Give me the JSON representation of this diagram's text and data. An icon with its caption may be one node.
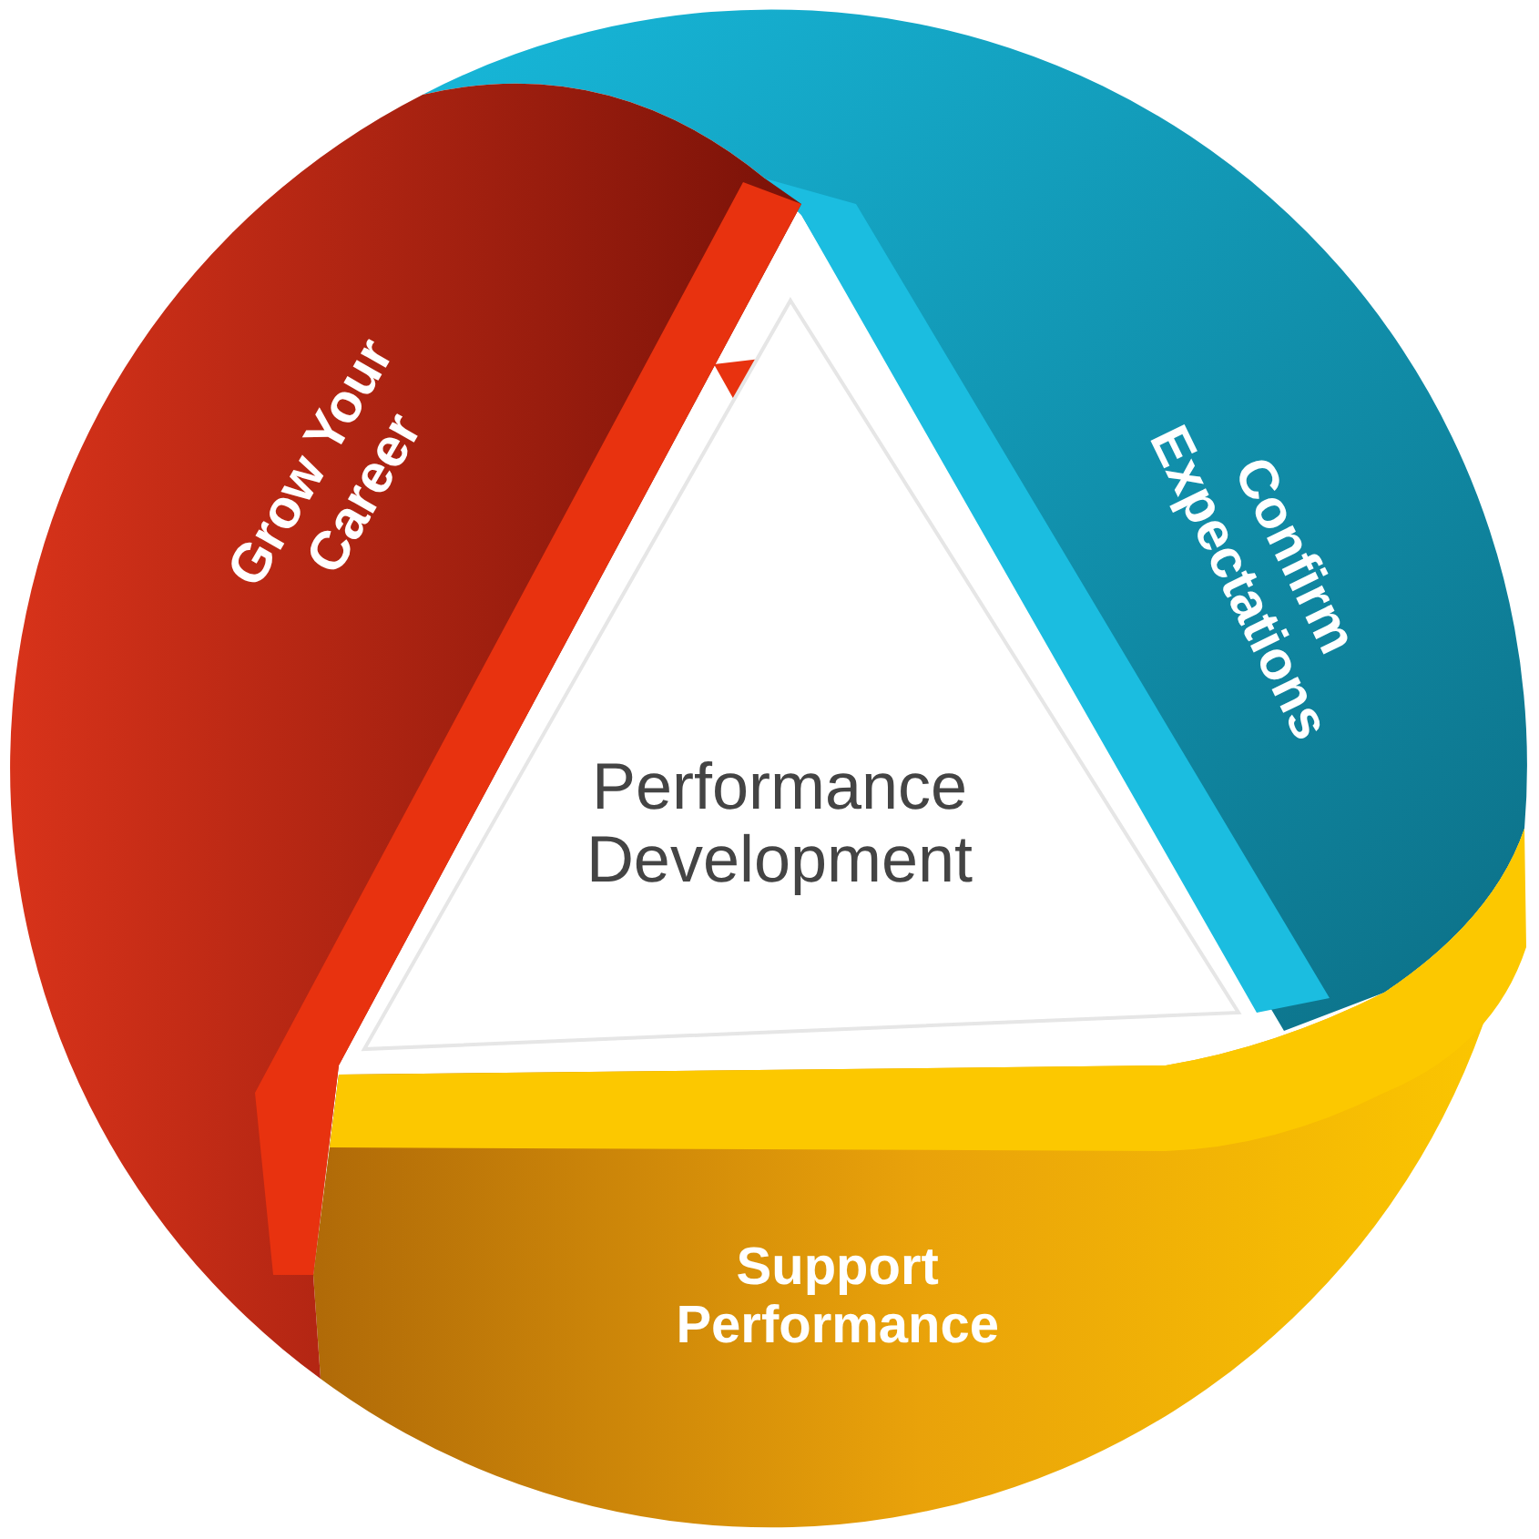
{
  "diagram": {
    "nodes": [
      {
        "text": [
          "Grow Your Career"
        ]
      },
      {
        "text": [
          "Confirm Expectations"
        ]
      },
      {
        "text": [
          "Support Performance"
        ]
      },
      {
        "text": [
          "Performance Development"
        ]
      }
    ]
  }
}
